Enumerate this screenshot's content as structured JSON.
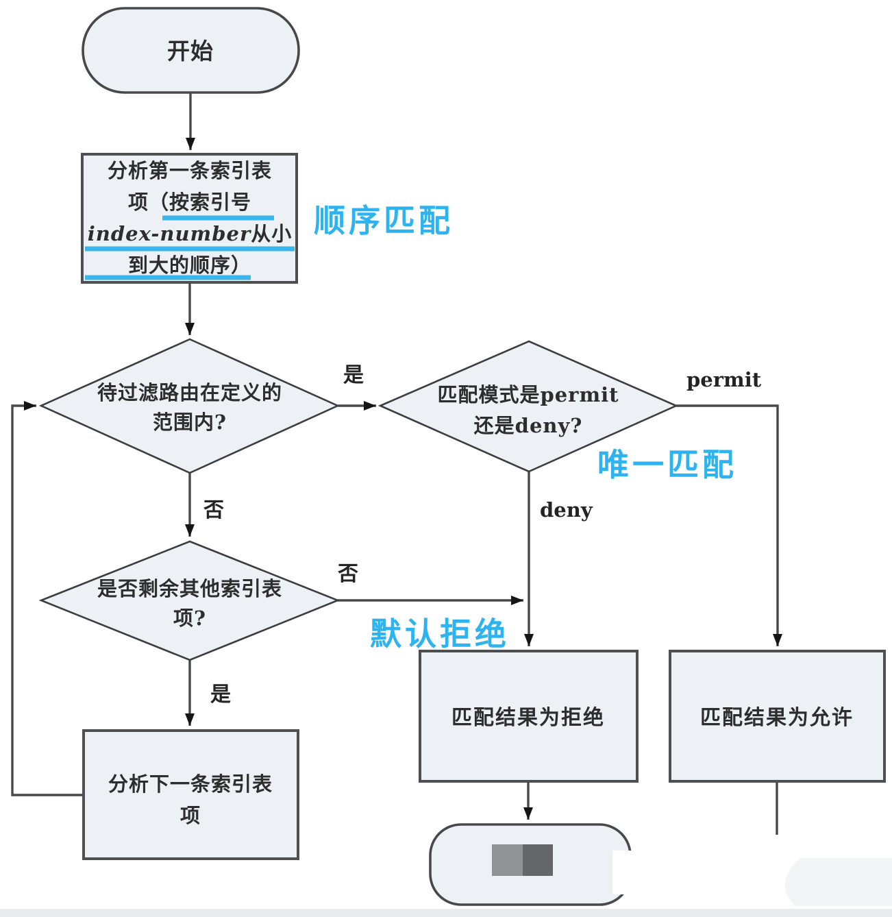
{
  "diagram": {
    "colors": {
      "node_fill": "#edf0f5",
      "node_border": "#4d4f50",
      "line": "#47494b",
      "arrow": "#151515",
      "text": "#2d2d2d",
      "accent_blue": "#2db4f0",
      "underline_blue": "#3cb6ea",
      "censor_gray_light": "#909295",
      "censor_gray_dark": "#646669",
      "erasure_white": "#ffffff",
      "erasure_light_gray": "#f3f4f6",
      "footer_strip": "#e9ebee"
    },
    "nodes": {
      "start": {
        "label": "开始"
      },
      "analyze_first": {
        "line1": "分析第一条索引表",
        "line2": "项（按索引号",
        "line3_italic": "index-number",
        "line3_rest": "从小",
        "line4": "到大的顺序）"
      },
      "in_range": {
        "line1": "待过滤路由在定义的",
        "line2": "范围内?"
      },
      "mode": {
        "line1": "匹配模式是permit",
        "line2": "还是deny?"
      },
      "remaining": {
        "line1": "是否剩余其他索引表",
        "line2": "项?"
      },
      "analyze_next": {
        "line1": "分析下一条索引表",
        "line2": "项"
      },
      "result_deny": {
        "label": "匹配结果为拒绝"
      },
      "result_permit": {
        "label": "匹配结果为允许"
      }
    },
    "edge_labels": {
      "yes_in_range": "是",
      "no_in_range": "否",
      "permit": "permit",
      "deny": "deny",
      "no_remaining": "否",
      "yes_remaining": "是"
    },
    "annotations": {
      "sequential_match": "顺序匹配",
      "unique_match": "唯一匹配",
      "default_deny": "默认拒绝"
    }
  }
}
